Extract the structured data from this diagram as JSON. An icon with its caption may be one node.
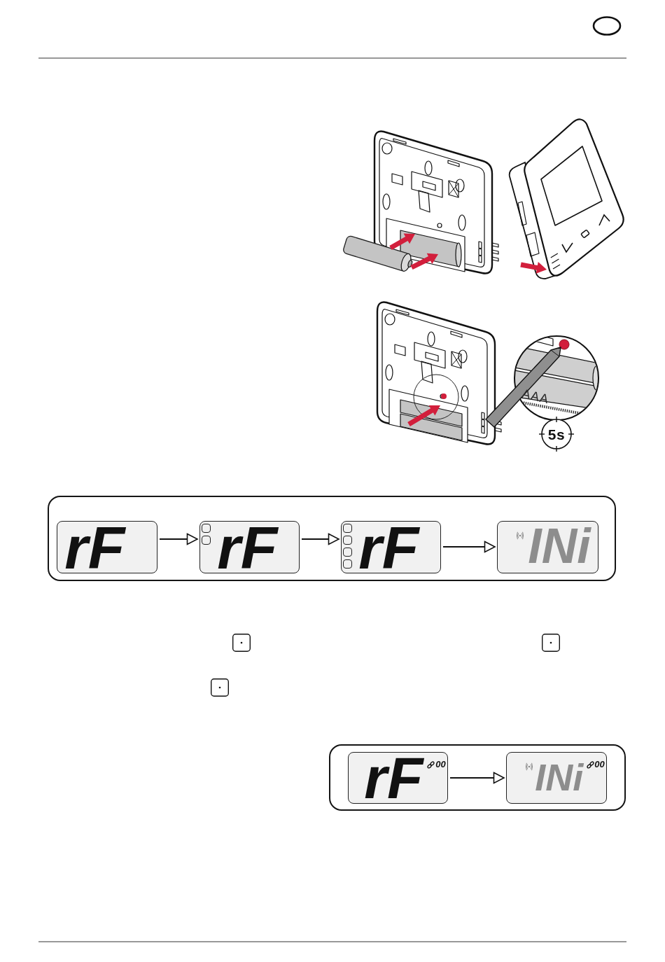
{
  "diagram": {
    "nodes": [
      {
        "text": [],
        "shape": "box"
      },
      {
        "text": [
          "rF"
        ],
        "in": 0
      },
      {
        "text": [
          "rF"
        ],
        "in": 0
      },
      {
        "text": [
          "rF"
        ],
        "in": 0
      },
      {
        "text": [
          "INi"
        ],
        "in": 0
      },
      {
        "text": [],
        "shape": "box"
      },
      {
        "text": [
          "rF",
          "00"
        ],
        "in": 5
      },
      {
        "text": [
          "INi",
          "00"
        ],
        "in": 5
      }
    ],
    "edges": [
      {
        "from": 1,
        "to": 2,
        "arrow": "to"
      },
      {
        "from": 2,
        "to": 3,
        "arrow": "to"
      },
      {
        "from": 3,
        "to": 4,
        "arrow": "to"
      },
      {
        "from": 6,
        "to": 7,
        "arrow": "to"
      }
    ],
    "labels": [
      "AAA",
      "5s"
    ]
  }
}
